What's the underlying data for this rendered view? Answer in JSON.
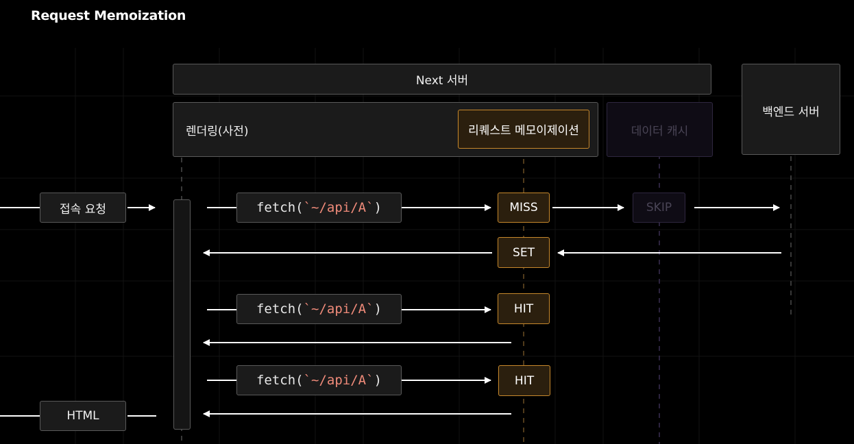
{
  "title": "Request Memoization",
  "next_server": "Next 서버",
  "backend_server": "백엔드 서버",
  "render_label": "렌더링(사전)",
  "memo_label": "리퀘스트 메모이제이션",
  "data_cache_label": "데이터 캐시",
  "request_label": "접속 요청",
  "html_label": "HTML",
  "fetch_call": {
    "prefix": "fetch(",
    "arg": "`~/api/A`",
    "suffix": ")"
  },
  "status": {
    "miss": "MISS",
    "set": "SET",
    "hit": "HIT",
    "skip": "SKIP"
  },
  "colors": {
    "background": "#000000",
    "box_border": "#5a5a5a",
    "memo_border": "#c8892c",
    "string_literal": "#f08b7a",
    "arrow": "#ffffff"
  }
}
